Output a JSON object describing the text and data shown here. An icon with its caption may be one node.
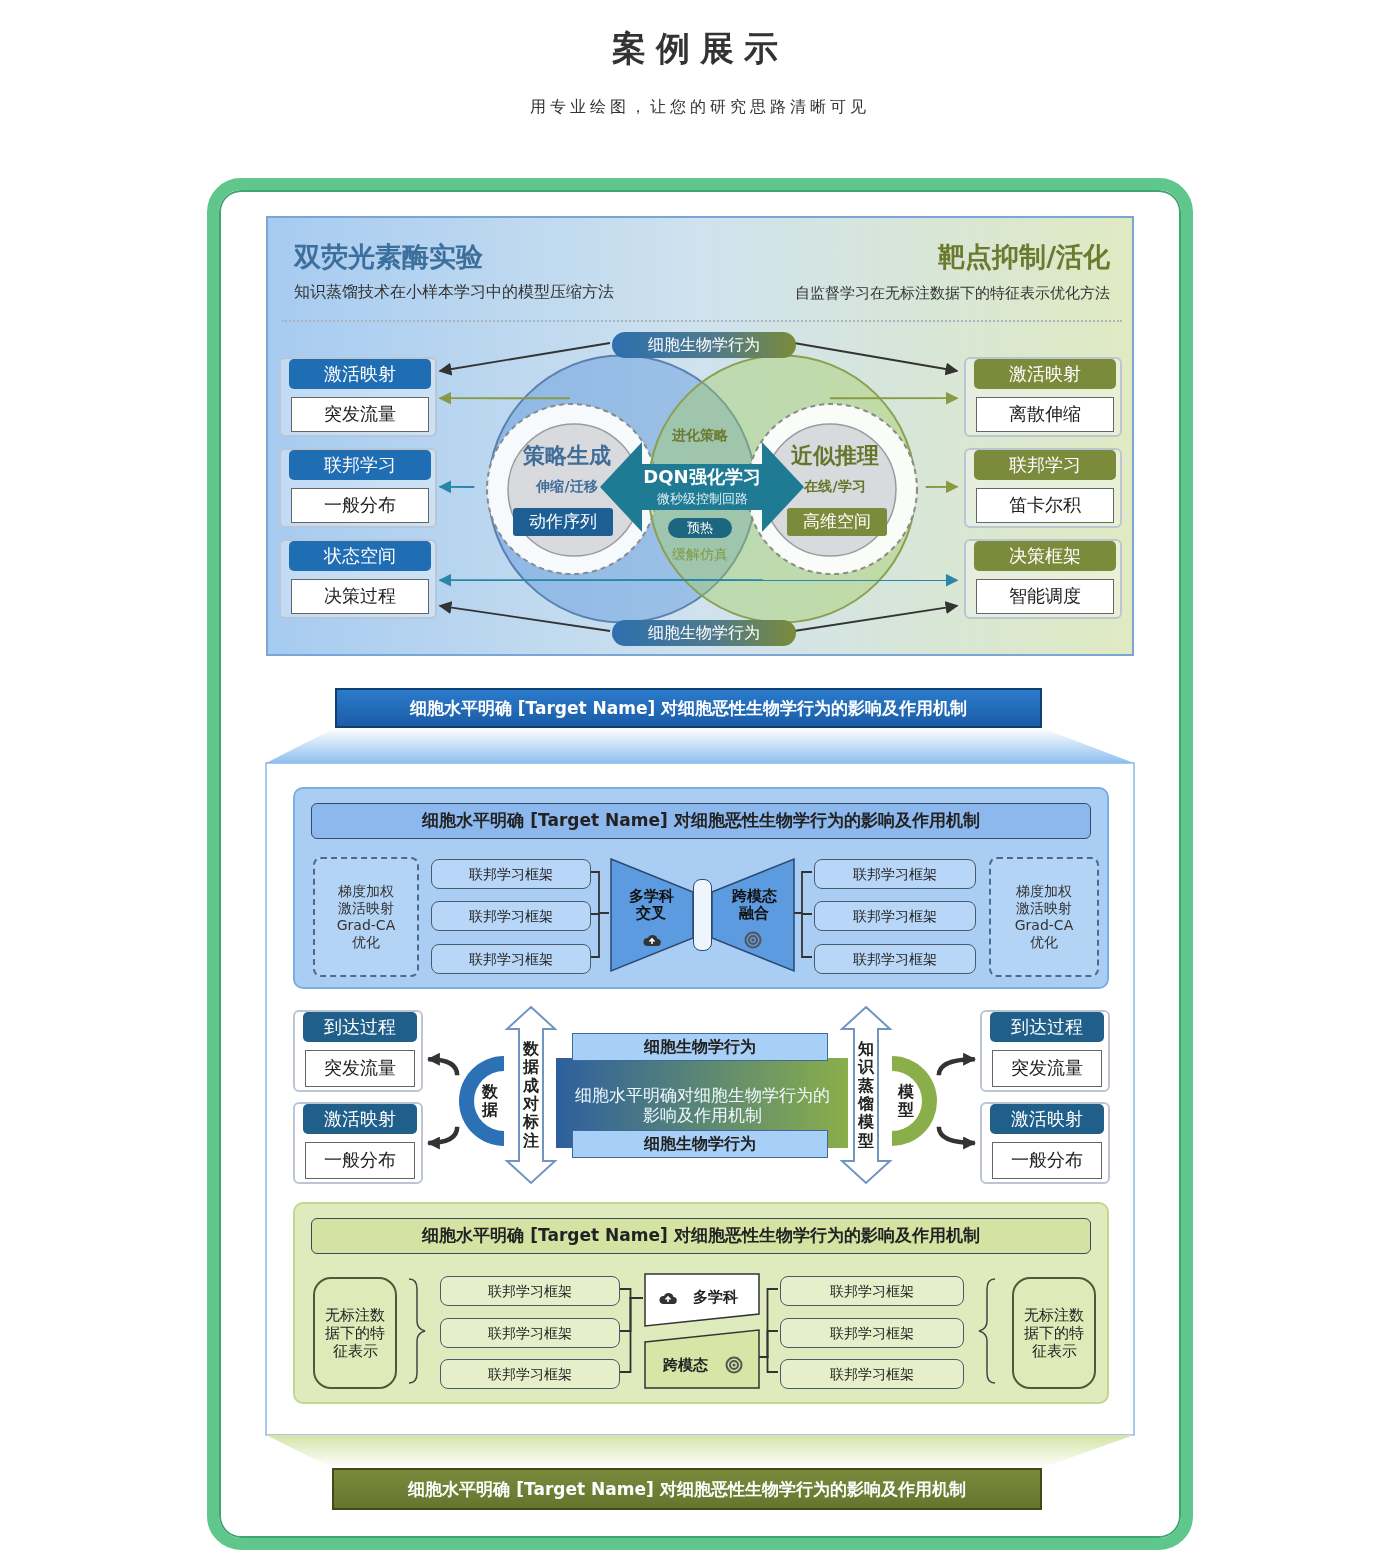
{
  "diagram": {
    "title": "案例展示",
    "nodes": [
      {
        "text": [
          "双荧光素酶实验",
          "知识蒸馏技术在小样本学习中的模型压缩方法",
          "靶点抑制/活化",
          "自监督学习在无标注数据下的特征表示优化方法"
        ]
      },
      {
        "text": [
          "细胞生物学行为"
        ],
        "in": 0
      },
      {
        "text": [
          "细胞生物学行为"
        ],
        "in": 0
      },
      {
        "text": [
          "激活映射",
          "突发流量"
        ],
        "in": 0
      },
      {
        "text": [
          "联邦学习",
          "一般分布"
        ],
        "in": 0
      },
      {
        "text": [
          "状态空间",
          "决策过程"
        ],
        "in": 0
      },
      {
        "text": [
          "激活映射",
          "离散伸缩"
        ],
        "in": 0
      },
      {
        "text": [
          "联邦学习",
          "笛卡尔积"
        ],
        "in": 0
      },
      {
        "text": [
          "决策框架",
          "智能调度"
        ],
        "in": 0
      },
      {
        "text": [],
        "shape": "circle",
        "in": 0
      },
      {
        "text": [],
        "shape": "circle",
        "in": 0
      },
      {
        "text": [
          "策略生成",
          "伸缩/迁移",
          "动作序列"
        ],
        "in": 9
      },
      {
        "text": [
          "近似推理",
          "在线/学习",
          "高维空间"
        ],
        "in": 10
      },
      {
        "text": [
          "DQN强化学习",
          "微秒级控制回路"
        ],
        "in": 0
      },
      {
        "text": [
          "预热"
        ]
      },
      {
        "text": [
          "细胞水平明确 [Target Name] 对细胞恶性生物学行为的影响及作用机制"
        ]
      },
      {
        "text": [
          "细胞水平明确 [Target Name] 对细胞恶性生物学行为的影响及作用机制"
        ]
      },
      {
        "text": [
          "梯度加权激活映射Grad-CA优化"
        ],
        "in": 16
      },
      {
        "text": [
          "联邦学习框架"
        ],
        "in": 16
      },
      {
        "text": [
          "联邦学习框架"
        ],
        "in": 16
      },
      {
        "text": [
          "联邦学习框架"
        ],
        "in": 16
      },
      {
        "text": [
          "多学科交叉"
        ],
        "in": 16
      },
      {
        "text": [
          "跨模态融合"
        ],
        "in": 16
      },
      {
        "text": [
          "联邦学习框架"
        ],
        "in": 16
      },
      {
        "text": [
          "联邦学习框架"
        ],
        "in": 16
      },
      {
        "text": [
          "联邦学习框架"
        ],
        "in": 16
      },
      {
        "text": [
          "梯度加权激活映射Grad-CA优化"
        ],
        "in": 16
      },
      {
        "text": [
          "到达过程",
          "突发流量"
        ]
      },
      {
        "text": [
          "激活映射",
          "一般分布"
        ]
      },
      {
        "text": [
          "数据"
        ]
      },
      {
        "text": [
          "数据成对标注"
        ]
      },
      {
        "text": [
          "细胞水平明确对细胞生物学行为的影响及作用机制"
        ]
      },
      {
        "text": [
          "细胞生物学行为"
        ]
      },
      {
        "text": [
          "细胞生物学行为"
        ]
      },
      {
        "text": [
          "知识蒸馏模型"
        ]
      },
      {
        "text": [
          "模型"
        ]
      },
      {
        "text": [
          "到达过程",
          "突发流量"
        ]
      },
      {
        "text": [
          "激活映射",
          "一般分布"
        ]
      },
      {
        "text": [
          "细胞水平明确 [Target Name] 对细胞恶性生物学行为的影响及作用机制"
        ]
      },
      {
        "text": [
          "无标注数据下的特征表示"
        ],
        "in": 38
      },
      {
        "text": [
          "联邦学习框架"
        ],
        "in": 38
      },
      {
        "text": [
          "联邦学习框架"
        ],
        "in": 38
      },
      {
        "text": [
          "联邦学习框架"
        ],
        "in": 38
      },
      {
        "text": [
          "多学科"
        ],
        "in": 38
      },
      {
        "text": [
          "跨模态"
        ],
        "in": 38
      },
      {
        "text": [
          "联邦学习框架"
        ],
        "in": 38
      },
      {
        "text": [
          "联邦学习框架"
        ],
        "in": 38
      },
      {
        "text": [
          "联邦学习框架"
        ],
        "in": 38
      },
      {
        "text": [
          "无标注数据下的特征表示"
        ],
        "in": 38
      },
      {
        "text": [
          "细胞水平明确 [Target Name] 对细胞恶性生物学行为的影响及作用机制"
        ]
      }
    ],
    "edges": [
      {
        "from": 1,
        "to": 3,
        "arrow": "to"
      },
      {
        "from": 1,
        "to": 6,
        "arrow": "to"
      },
      {
        "from": 11,
        "to": 3,
        "arrow": "to",
        "color": "#8a9a44"
      },
      {
        "from": 12,
        "to": 6,
        "arrow": "to",
        "color": "#8a9a44"
      },
      {
        "from": 11,
        "to": 4,
        "arrow": "to",
        "color": "#2a86a8"
      },
      {
        "from": 12,
        "to": 7,
        "arrow": "to",
        "color": "#8a9a44"
      },
      {
        "from": 9,
        "to": 5,
        "arrow": "to",
        "color": "#2a86a8"
      },
      {
        "from": 9,
        "to": 8,
        "arrow": "to",
        "color": "#2a86a8"
      },
      {
        "from": 2,
        "to": 5,
        "arrow": "to"
      },
      {
        "from": 2,
        "to": 8,
        "arrow": "to"
      },
      {
        "from": 18,
        "to": 21,
        "arrow": "none"
      },
      {
        "from": 19,
        "to": 21,
        "arrow": "none"
      },
      {
        "from": 20,
        "to": 21,
        "arrow": "none"
      },
      {
        "from": 22,
        "to": 23,
        "arrow": "none"
      },
      {
        "from": 22,
        "to": 24,
        "arrow": "none"
      },
      {
        "from": 22,
        "to": 25,
        "arrow": "none"
      },
      {
        "from": 29,
        "to": 27,
        "arrow": "to",
        "style": "thick"
      },
      {
        "from": 29,
        "to": 28,
        "arrow": "to",
        "style": "thick"
      },
      {
        "from": 35,
        "to": 36,
        "arrow": "to",
        "style": "thick"
      },
      {
        "from": 35,
        "to": 37,
        "arrow": "to",
        "style": "thick"
      },
      {
        "from": 40,
        "to": 43,
        "arrow": "none"
      },
      {
        "from": 41,
        "to": 43,
        "arrow": "none"
      },
      {
        "from": 42,
        "to": 43,
        "arrow": "none"
      },
      {
        "from": 44,
        "to": 45,
        "arrow": "none"
      },
      {
        "from": 44,
        "to": 46,
        "arrow": "none"
      },
      {
        "from": 44,
        "to": 47,
        "arrow": "none"
      }
    ],
    "labels": [
      "用专业绘图，让您的研究思路清晰可见",
      "进化策略",
      "缓解仿真"
    ]
  }
}
